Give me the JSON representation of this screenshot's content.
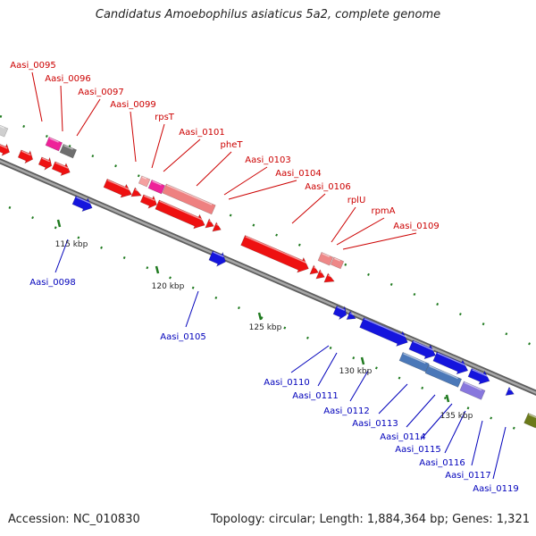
{
  "title": "Candidatus Amoebophilus asiaticus 5a2, complete genome",
  "footer": {
    "accession": "Accession: NC_010830",
    "summary": "Topology: circular; Length: 1,884,364 bp; Genes: 1,321"
  },
  "colors": {
    "forward_gene": "#ee1111",
    "reverse_gene": "#1515dd",
    "forward_label": "#cc0000",
    "reverse_label": "#0000bb",
    "backbone": "#8a8a8a",
    "tick": "#1f7a1f"
  },
  "ticks": [
    "115 kbp",
    "120 kbp",
    "125 kbp",
    "130 kbp",
    "135 kbp"
  ],
  "forward_labels": [
    "Aasi_0095",
    "Aasi_0096",
    "Aasi_0097",
    "Aasi_0099",
    "rpsT",
    "Aasi_0101",
    "pheT",
    "Aasi_0103",
    "Aasi_0104",
    "Aasi_0106",
    "rplU",
    "rpmA",
    "Aasi_0109"
  ],
  "reverse_labels": [
    "Aasi_0098",
    "Aasi_0105",
    "Aasi_0110",
    "Aasi_0111",
    "Aasi_0112",
    "Aasi_0113",
    "Aasi_0114",
    "Aasi_0115",
    "Aasi_0116",
    "Aasi_0117",
    "Aasi_0119"
  ]
}
